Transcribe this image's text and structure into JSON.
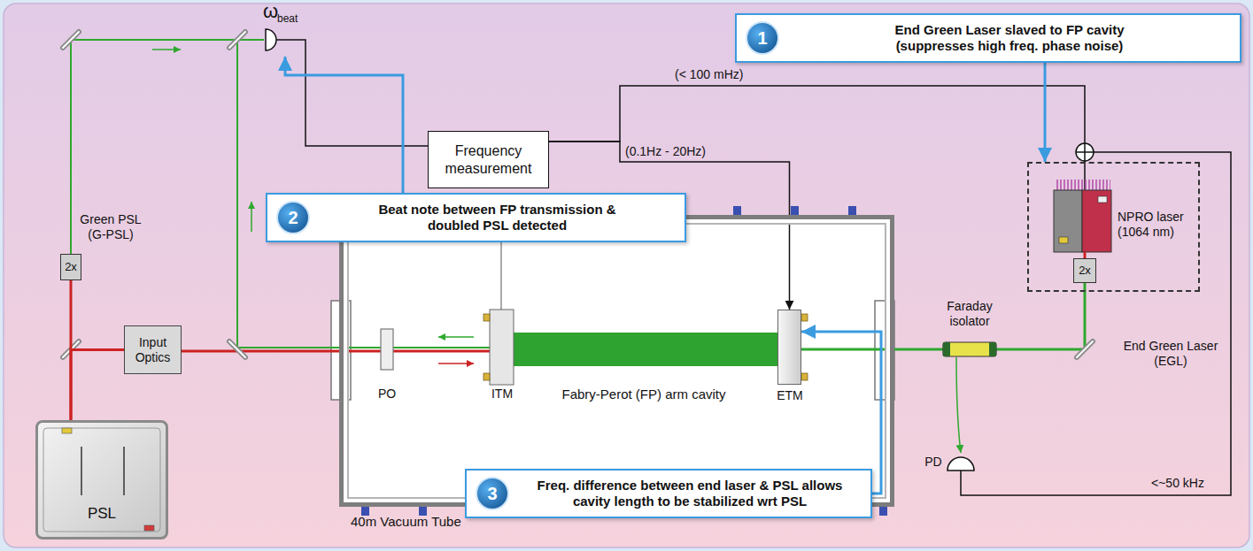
{
  "diagram": {
    "nodes": [
      {
        "text": [
          "End Green Laser slaved to FP cavity (suppresses high freq. phase noise)"
        ]
      },
      {
        "text": [
          "1"
        ],
        "in": 0
      },
      {
        "text": [
          "Frequency measurement"
        ]
      },
      {
        "text": [
          "Beat note between FP transmission & doubled PSL detected"
        ]
      },
      {
        "text": [
          "2"
        ],
        "in": 3
      },
      {
        "text": [
          "NPRO laser (1064 nm)",
          "End Green Laser (EGL)"
        ]
      },
      {
        "text": [
          "2x"
        ],
        "in": 5
      },
      {
        "text": [
          "40m Vacuum Tube"
        ]
      },
      {
        "text": [
          "ETM"
        ],
        "in": 7
      },
      {
        "text": [
          "Input Optics"
        ]
      },
      {
        "text": [
          "2x"
        ]
      },
      {
        "text": [
          "PSL"
        ]
      },
      {
        "text": [
          "Freq. difference between end laser & PSL allows cavity length to be stabilized wrt PSL"
        ]
      },
      {
        "text": [
          "3"
        ],
        "in": 12
      }
    ],
    "edges": [
      {
        "from": 2,
        "to": 5,
        "label": "(< 100 mHz)",
        "arrow": "none"
      },
      {
        "from": 2,
        "to": 8,
        "label": "(0.1Hz - 20Hz)",
        "arrow": "to"
      },
      {
        "from": 0,
        "to": 5,
        "arrow": "to"
      },
      {
        "from": 12,
        "to": 8,
        "arrow": "to"
      },
      {
        "from": 11,
        "to": 9,
        "arrow": "none"
      },
      {
        "from": 11,
        "to": 10,
        "arrow": "none"
      }
    ],
    "labels": [
      "ω",
      "beat",
      "Green PSL (G-PSL)",
      "PO",
      "ITM",
      "Fabry-Perot (FP) arm cavity",
      "Faraday isolator",
      "PD",
      "<~50 kHz"
    ]
  }
}
